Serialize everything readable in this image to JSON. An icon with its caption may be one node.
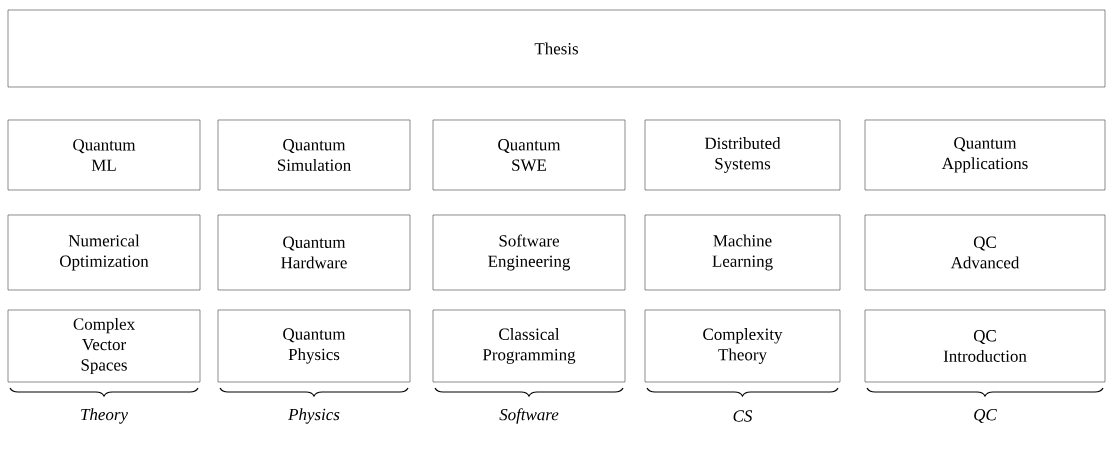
{
  "diagram": {
    "nodes": [
      {
        "text": [
          "Thesis"
        ]
      },
      {
        "text": [
          "Quantum ML"
        ]
      },
      {
        "text": [
          "Quantum Simulation"
        ]
      },
      {
        "text": [
          "Quantum SWE"
        ]
      },
      {
        "text": [
          "Distributed Systems"
        ]
      },
      {
        "text": [
          "Quantum Applications"
        ]
      },
      {
        "text": [
          "Numerical Optimization"
        ]
      },
      {
        "text": [
          "Quantum Hardware"
        ]
      },
      {
        "text": [
          "Software Engineering"
        ]
      },
      {
        "text": [
          "Machine Learning"
        ]
      },
      {
        "text": [
          "QC Advanced"
        ]
      },
      {
        "text": [
          "Complex Vector Spaces"
        ]
      },
      {
        "text": [
          "Quantum Physics"
        ]
      },
      {
        "text": [
          "Classical Programming"
        ]
      },
      {
        "text": [
          "Complexity Theory"
        ]
      },
      {
        "text": [
          "QC Introduction"
        ]
      }
    ],
    "labels": [
      "Theory",
      "Physics",
      "Software",
      "CS",
      "QC"
    ]
  }
}
